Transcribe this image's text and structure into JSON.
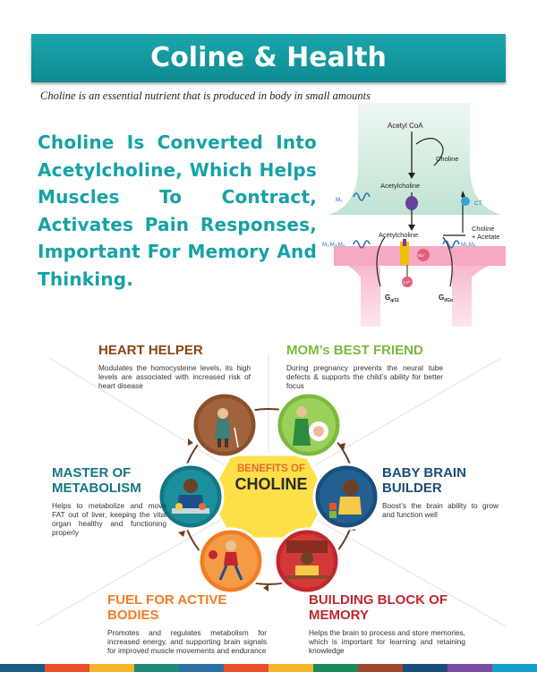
{
  "header": {
    "title": "Coline & Health"
  },
  "subtitle": "Choline is an essential nutrient that is produced in body in small amounts",
  "headline": "Choline Is Converted Into Acetylcholine, Which Helps Muscles To Contract, Activates Pain Responses, Important For Memory And Thinking.",
  "diagram": {
    "labels": {
      "acetyl_coa": "Acetyl CoA",
      "choline": "Choline",
      "acetylcholine_top": "Acetylcholine",
      "acetylcholine_mid": "Acetylcholine",
      "m2": "M₂",
      "ct": "CT",
      "choline_acetate": "Choline\n+ Acetate",
      "m1m3m5": "M₁,M₃,M₅",
      "m2m4": "M₂,M₄",
      "gq11": "G",
      "gq11_sub": "q/11",
      "gigo": "G",
      "gigo_sub": "i/G",
      "gigo_sub2": "o",
      "na": "Na⁺",
      "ca": "Ca²⁺"
    }
  },
  "benefits": {
    "center_line1": "BENEFITS OF",
    "center_line2": "CHOLINE",
    "heart": {
      "title": "HEART HELPER",
      "desc": "Modulates the homocysteine levels, its high levels are associated with increased risk of heart disease",
      "color": "#8b4513"
    },
    "mom": {
      "title": "MOM’s BEST FRIEND",
      "desc": "During pregnancy prevents the neural tube defects & supports the child’s ability for better focus",
      "color": "#7cb93e"
    },
    "metabolism": {
      "title_line1": "MASTER OF",
      "title_line2": "METABOLISM",
      "desc": "Helps to metabolize and move FAT out of liver, keeping the vital organ healthy and functioning properly",
      "color": "#157785"
    },
    "baby": {
      "title_line1": "BABY BRAIN",
      "title_line2": "BUILDER",
      "desc": "Boost’s the brain ability to grow and function well",
      "color": "#1a4e7a"
    },
    "fuel": {
      "title_line1": "FUEL FOR ACTIVE",
      "title_line2": "BODIES",
      "desc": "Promotes and regulates metabolism for increased energy, and supporting brain signals for improved muscle movements and endurance",
      "color": "#ef7d25"
    },
    "memory": {
      "title_line1": "BUILDING BLOCK OF",
      "title_line2": "MEMORY",
      "desc": "Helps the brain to process and store memories, which is important for learning and retaining knowledge",
      "color": "#c1272d"
    }
  },
  "colors": {
    "teal": "#16a2a6",
    "hexagon": "#fde047",
    "stripe": [
      "#1a5b84",
      "#e8502a",
      "#f5b62b",
      "#1b8a7a",
      "#2c6fa6",
      "#e8502a",
      "#f5b62b",
      "#1b8a5a",
      "#a0472b",
      "#174e7a",
      "#7a4da0",
      "#13a0c8"
    ]
  }
}
